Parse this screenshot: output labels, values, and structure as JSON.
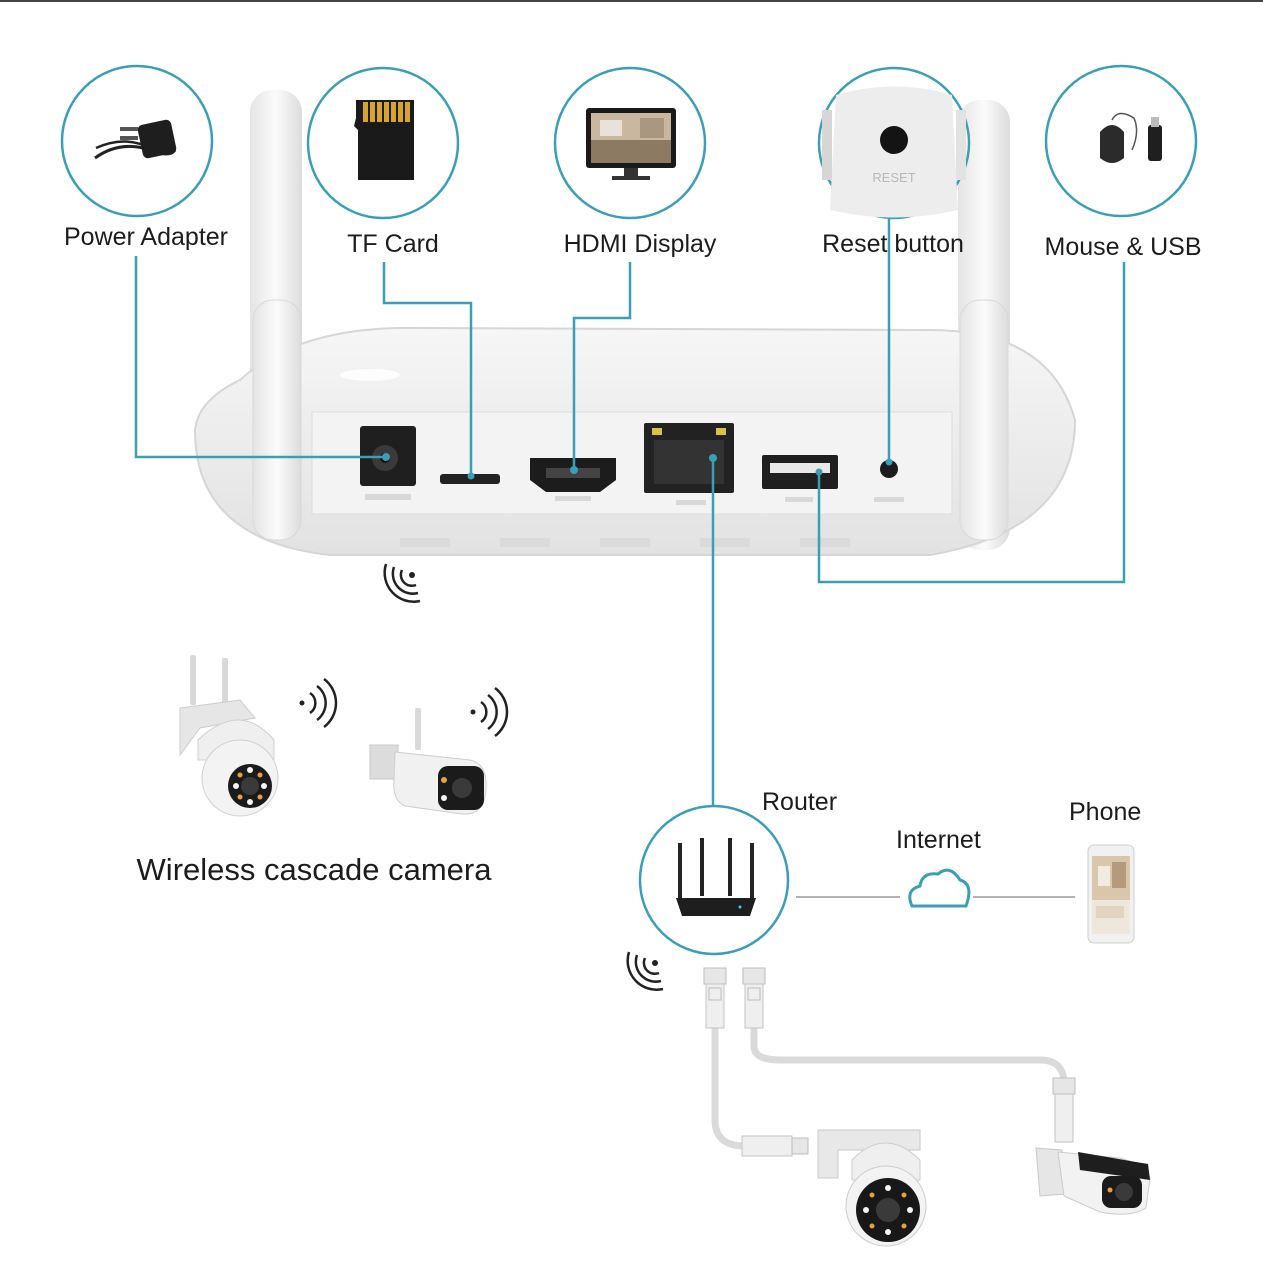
{
  "title": "",
  "accent_color": "#3a9fb6",
  "device_color": "#ececec",
  "labels": {
    "power_adapter": "Power Adapter",
    "tf_card": "TF Card",
    "hdmi_display": "HDMI Display",
    "reset_button": "Reset button",
    "mouse_usb": "Mouse & USB",
    "router": "Router",
    "internet": "Internet",
    "phone": "Phone",
    "wireless_cascade_camera": "Wireless cascade camera"
  },
  "reset_engraving": "RESET",
  "icons": {
    "power": "power-adapter-icon",
    "tf": "tf-card-icon",
    "hdmi": "monitor-icon",
    "reset": "reset-pinhole-icon",
    "mouse": "mouse-usb-icon",
    "router": "router-icon",
    "cloud": "cloud-icon",
    "phone": "phone-icon"
  }
}
